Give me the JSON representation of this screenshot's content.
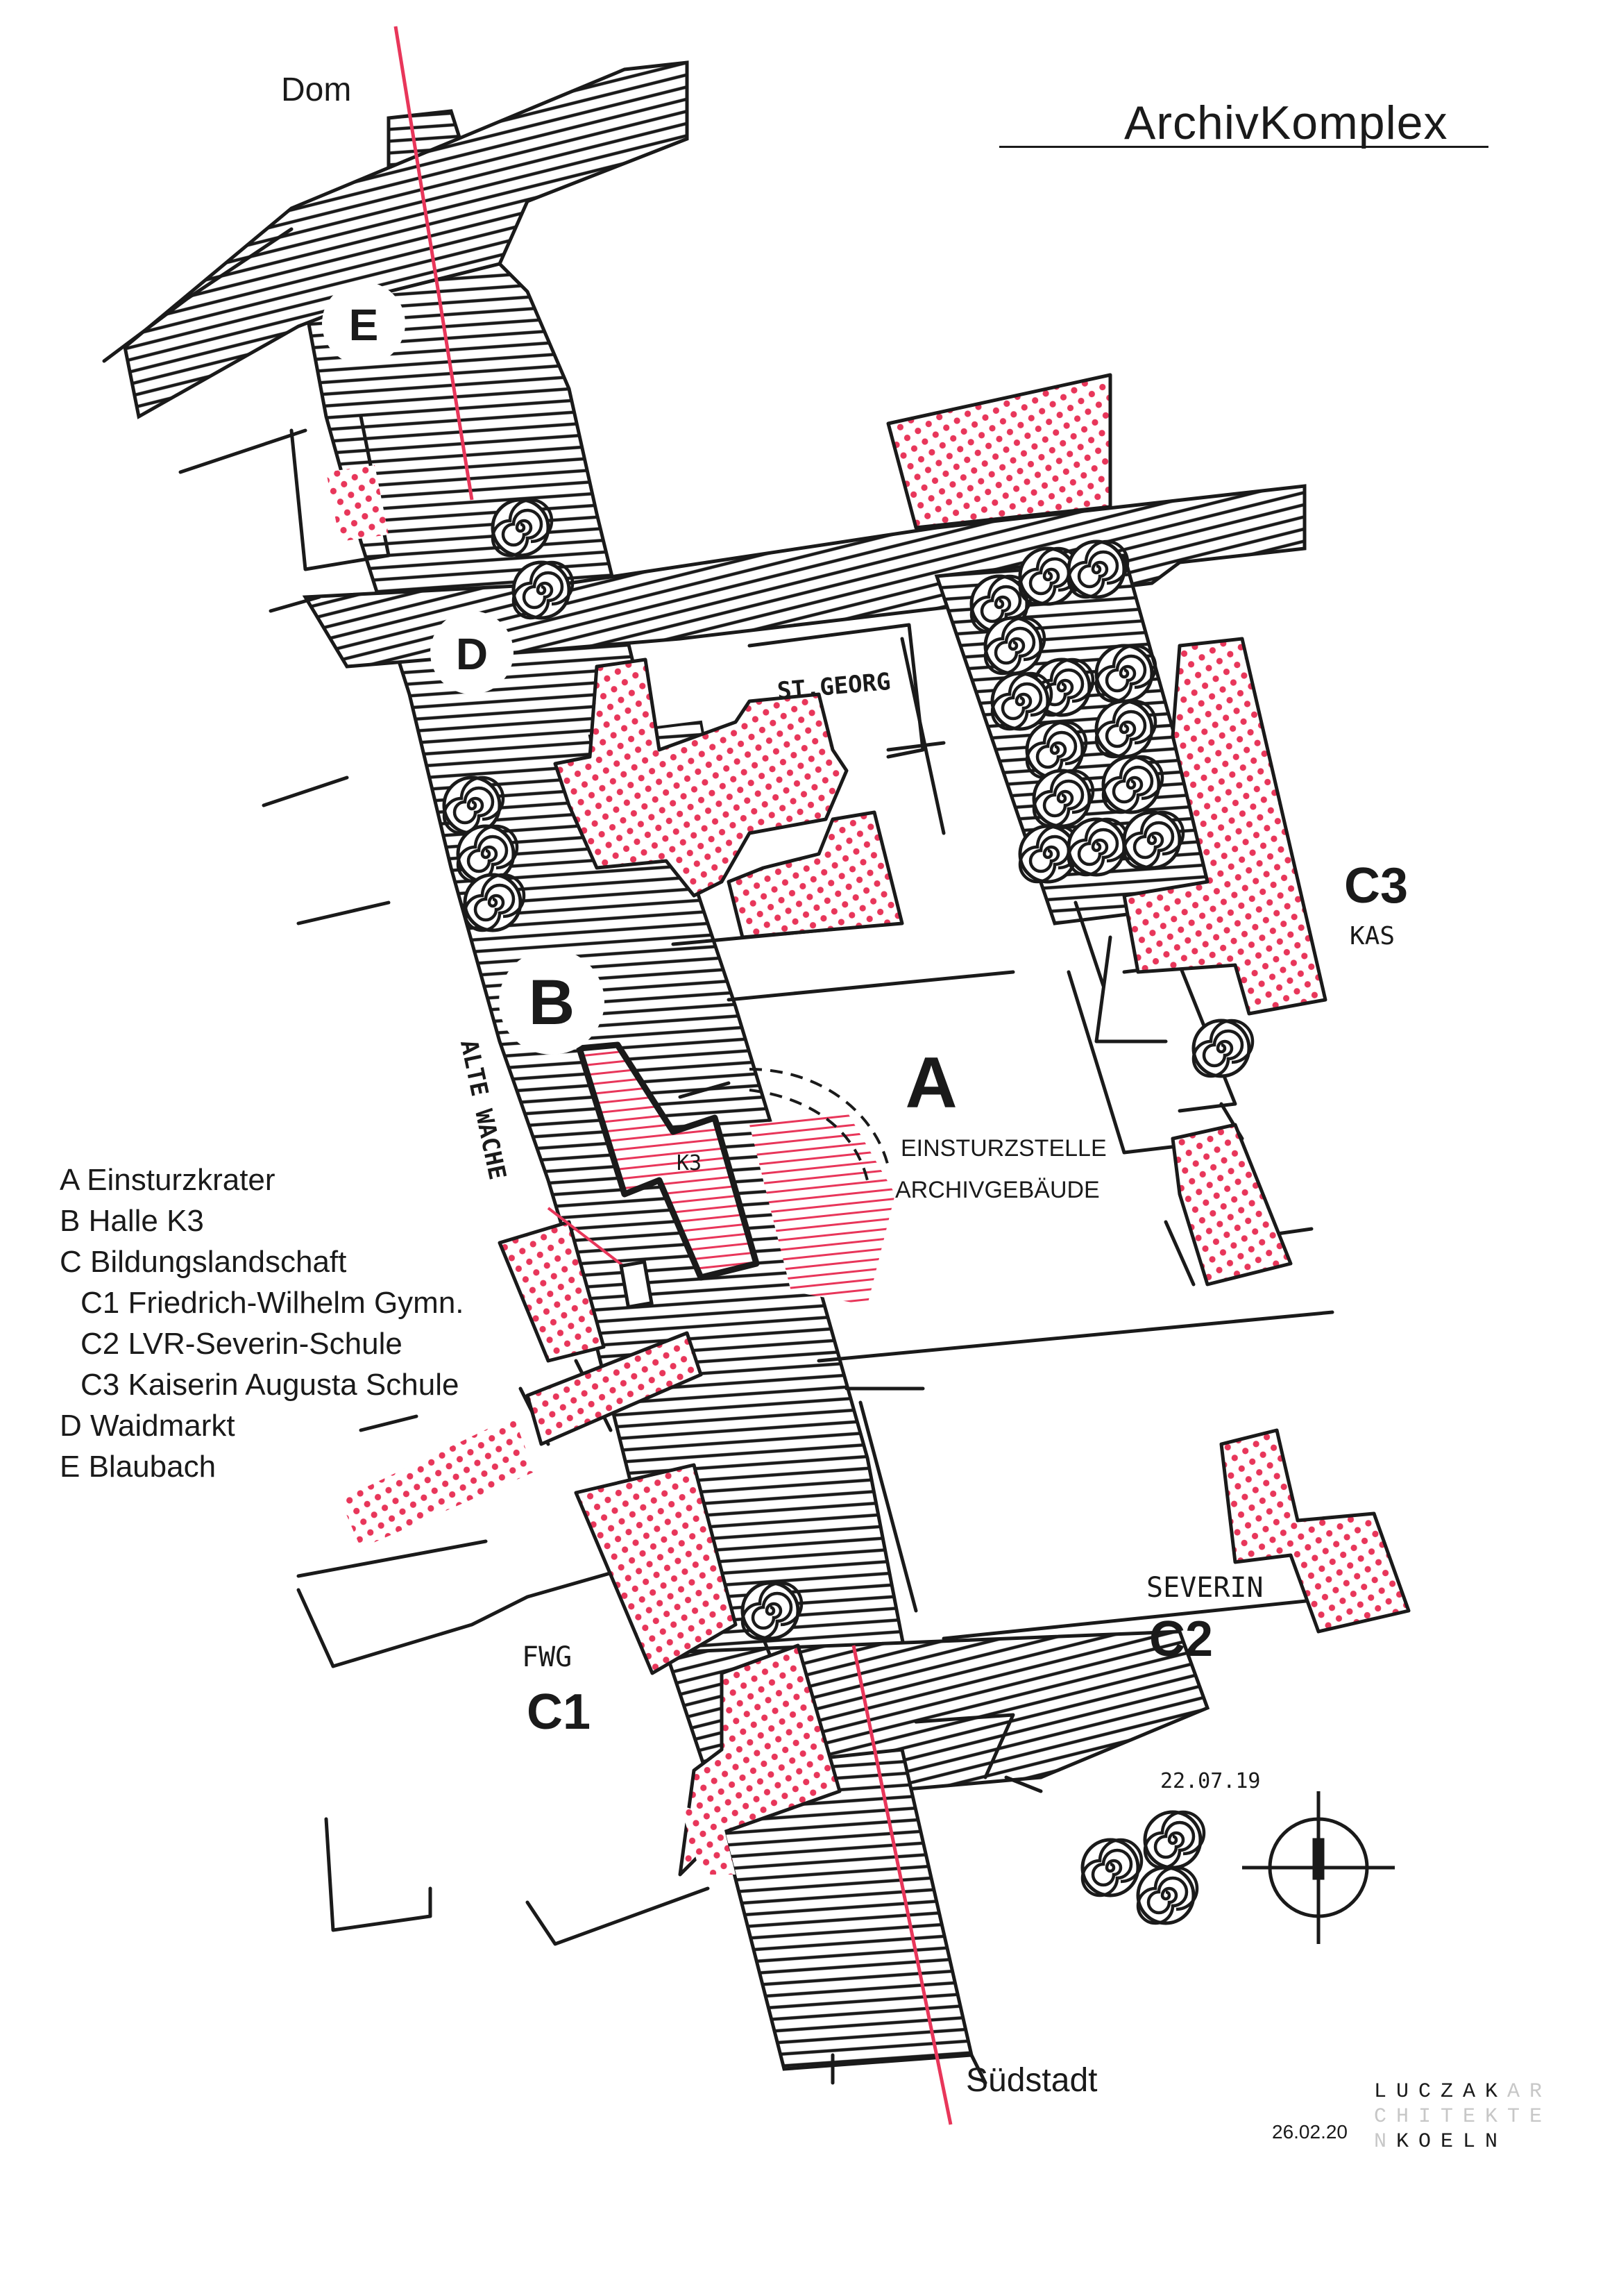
{
  "title": "ArchivKomplex",
  "labels": {
    "dom": "Dom",
    "suedstadt": "Südstadt",
    "st_georg": "ST.GEORG",
    "kas": "KAS",
    "fwg": "FWG",
    "severin": "SEVERIN",
    "alte_wache": "ALTE WACHE",
    "k3": "K3",
    "einsturzstelle_1": "EINSTURZSTELLE",
    "einsturzstelle_2": "ARCHIVGEBÄUDE",
    "sketch_date": "22.07.19"
  },
  "markers": {
    "a": "A",
    "b": "B",
    "c1": "C1",
    "c2": "C2",
    "c3": "C3",
    "d": "D",
    "e": "E"
  },
  "legend": [
    "A Einsturzkrater",
    "B Halle K3",
    "C Bildungslandschaft",
    "C1 Friedrich-Wilhelm Gymn.",
    "C2 LVR-Severin-Schule",
    "C3 Kaiserin Augusta Schule",
    "D Waidmarkt",
    "E Blaubach"
  ],
  "logo": {
    "row1_dark": "LUCZAK",
    "row1_grey": "AR",
    "row2_grey": "CHITEKTE",
    "row3_grey": "N",
    "row3_dark": "KOELN"
  },
  "plan_date": "26.02.20",
  "colors": {
    "ink": "#1a1a1a",
    "accent_red": "#e8365a",
    "building_fill": "#fbe3e8",
    "paper": "#ffffff"
  },
  "icons": {
    "trees": "spiral-tree-icon",
    "north": "compass-north-icon"
  }
}
